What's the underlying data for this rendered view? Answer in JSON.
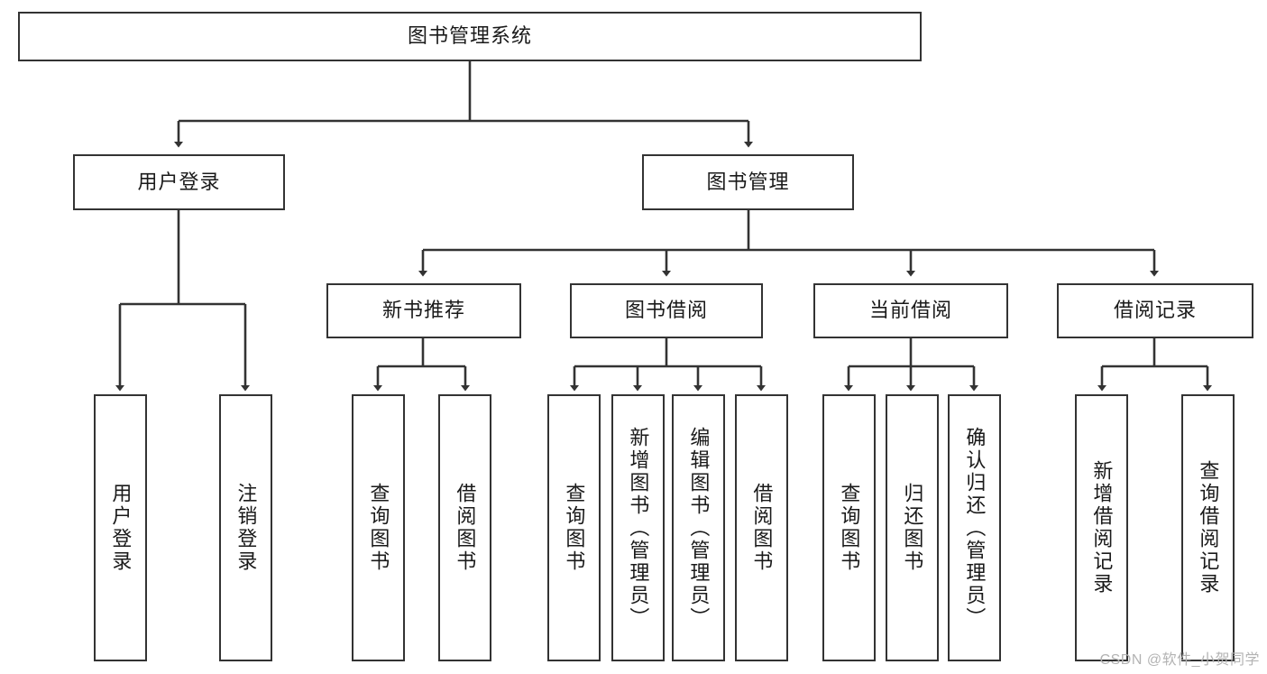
{
  "diagram": {
    "title": "图书管理系统",
    "type": "tree",
    "root": {
      "label": "图书管理系统"
    },
    "level2": [
      {
        "label": "用户登录"
      },
      {
        "label": "图书管理"
      }
    ],
    "level3": [
      {
        "label": "新书推荐"
      },
      {
        "label": "图书借阅"
      },
      {
        "label": "当前借阅"
      },
      {
        "label": "借阅记录"
      }
    ],
    "leaves": {
      "user_login": [
        "用户登录",
        "注销登录"
      ],
      "new_book_recommend": [
        "查询图书",
        "借阅图书"
      ],
      "book_borrow": [
        "查询图书",
        "新增图书（管理员）",
        "编辑图书（管理员）",
        "借阅图书"
      ],
      "current_borrow": [
        "查询图书",
        "归还图书",
        "确认归还（管理员）"
      ],
      "borrow_record": [
        "新增借阅记录",
        "查询借阅记录"
      ]
    }
  },
  "watermark": {
    "text": "CSDN @软件_小贺同学"
  },
  "colors": {
    "stroke": "#333333",
    "background": "#ffffff",
    "text": "#1a1a1a",
    "watermark": "#b3b3b3"
  }
}
